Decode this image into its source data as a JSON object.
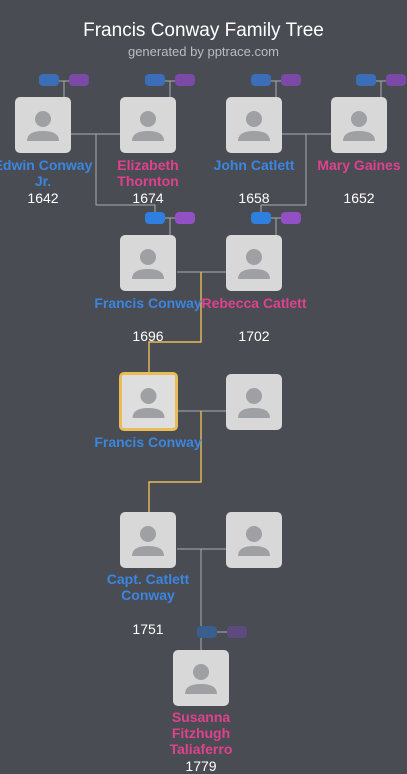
{
  "header": {
    "title": "Francis Conway Family Tree",
    "subtitle": "generated by pptrace.com"
  },
  "colors": {
    "background": "#494c52",
    "male": "#3b86e0",
    "female": "#e0418d",
    "lineage": "#e8bd57",
    "connector": "#a9acb0"
  },
  "people": {
    "edwin": {
      "name": "Edwin Conway Jr.",
      "year": "1642"
    },
    "elizabeth": {
      "name": "Elizabeth Thornton",
      "year": "1674"
    },
    "john": {
      "name": "John Catlett",
      "year": "1658"
    },
    "mary": {
      "name": "Mary Gaines",
      "year": "1652"
    },
    "francis1696": {
      "name": "Francis Conway",
      "year": "1696"
    },
    "rebecca": {
      "name": "Rebecca Catlett",
      "year": "1702"
    },
    "francis": {
      "name": "Francis Conway"
    },
    "catlett": {
      "name": "Capt. Catlett Conway",
      "year": "1751"
    },
    "susanna": {
      "name": "Susanna Fitzhugh Taliaferro",
      "year": "1779"
    }
  },
  "icons": {
    "avatar": "person-silhouette-icon",
    "expand_blue": "blue-expand-pill-icon",
    "expand_purple": "purple-expand-pill-icon"
  }
}
